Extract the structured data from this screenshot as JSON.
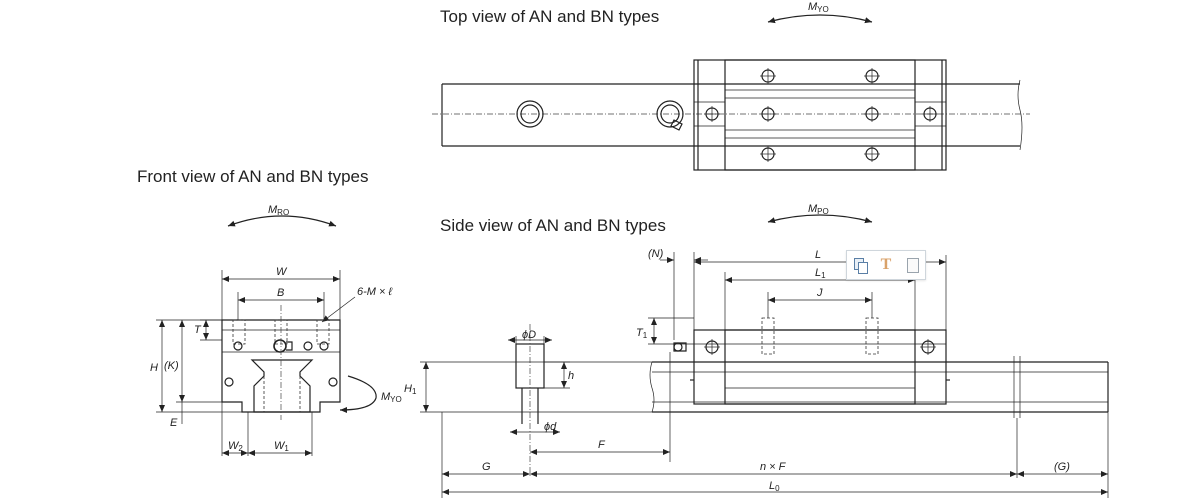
{
  "views": {
    "top_title": "Top view of AN and BN types",
    "front_title": "Front view of AN and BN types",
    "side_title": "Side view of AN and BN types"
  },
  "moments": {
    "myo_top": {
      "m": "M",
      "sub": "YO"
    },
    "mro": {
      "m": "M",
      "sub": "RO"
    },
    "mpo": {
      "m": "M",
      "sub": "PO"
    },
    "myo_front": {
      "m": "M",
      "sub": "YO"
    }
  },
  "front_dims": {
    "W": "W",
    "B": "B",
    "bolts": "6-M × ℓ",
    "T": "T",
    "H": "H",
    "K": "(K)",
    "E": "E",
    "W2": {
      "m": "W",
      "sub": "2"
    },
    "W1": {
      "m": "W",
      "sub": "1"
    }
  },
  "side_dims": {
    "N": "(N)",
    "L": "L",
    "L1": {
      "m": "L",
      "sub": "1"
    },
    "J": "J",
    "T1": {
      "m": "T",
      "sub": "1"
    },
    "phiD": "ϕD",
    "h": "h",
    "H1": {
      "m": "H",
      "sub": "1"
    },
    "phid": "ϕd",
    "F": "F",
    "G": "G",
    "nF": "n × F",
    "G2": "(G)",
    "L0": {
      "m": "L",
      "sub": "0"
    }
  },
  "icons": [
    "copy-icon",
    "text-icon",
    "page-icon"
  ]
}
